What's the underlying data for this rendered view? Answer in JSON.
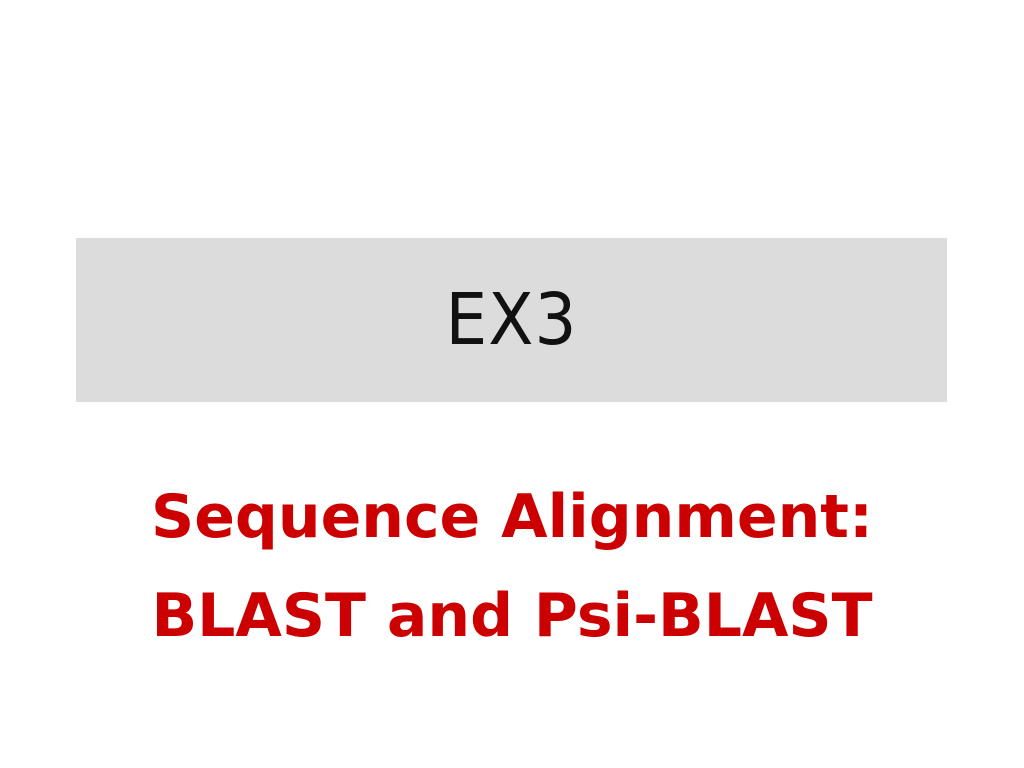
{
  "slide": {
    "background_color": "#ffffff",
    "banner": {
      "label": "EX3",
      "bg_color": "#dcdcdc",
      "text_color": "#111111"
    },
    "title": {
      "line1": "Sequence Alignment:",
      "line2": "BLAST and Psi-BLAST",
      "color": "#cc0000"
    }
  }
}
